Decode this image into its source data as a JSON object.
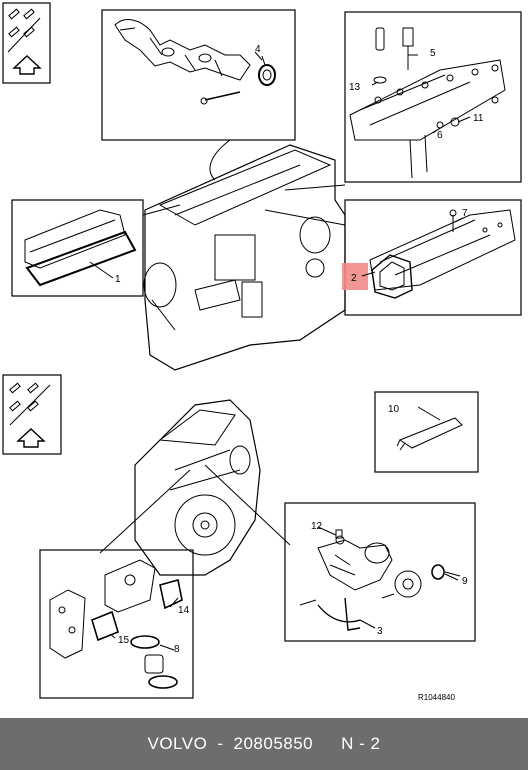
{
  "diagram": {
    "callouts": {
      "c1": "1",
      "c2": "2",
      "c3": "3",
      "c4": "4",
      "c5": "5",
      "c6": "6",
      "c7": "7",
      "c8": "8",
      "c9": "9",
      "c10": "10",
      "c11": "11",
      "c12": "12",
      "c13": "13",
      "c14": "14",
      "c15": "15"
    },
    "reference_code": "R1044840",
    "highlight_color": "#f08a8a"
  },
  "footer": {
    "brand": "VOLVO",
    "separator": "-",
    "part_number": "20805850",
    "position": "N - 2"
  }
}
